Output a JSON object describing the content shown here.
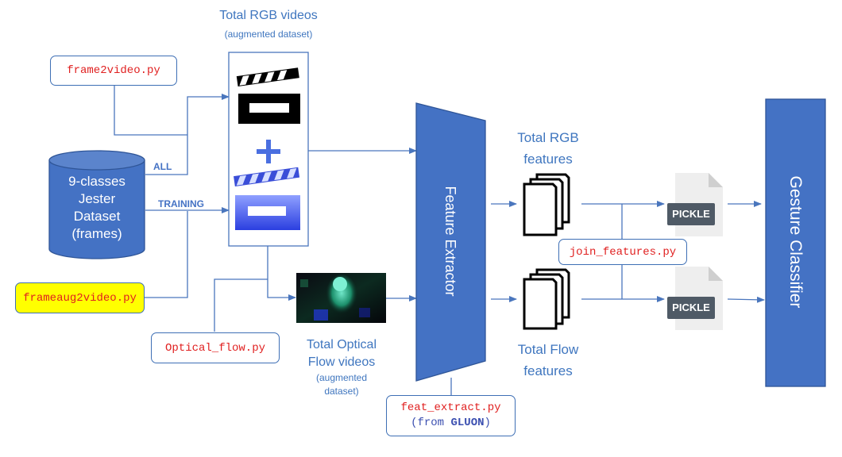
{
  "rgb_videos": {
    "title": "Total RGB videos",
    "subtitle": "(augmented dataset)"
  },
  "dataset": {
    "lines": [
      "9-classes",
      "Jester",
      "Dataset",
      "(frames)"
    ]
  },
  "branch_labels": {
    "all": "ALL",
    "training": "TRAINING"
  },
  "scripts": {
    "frame2video": "frame2video.py",
    "frameaug2video": "frameaug2video.py",
    "optical_flow": "Optical_flow.py",
    "feat_extract": "feat_extract.py",
    "feat_extract_from_prefix": "(from ",
    "feat_extract_from_lib": "GLUON",
    "feat_extract_from_suffix": ")",
    "join_features": "join_features.py"
  },
  "flow_videos": {
    "title_line1": "Total Optical",
    "title_line2": "Flow videos",
    "subtitle_line1": "(augmented",
    "subtitle_line2": "dataset)"
  },
  "feature_extractor": {
    "label": "Feature Extractor"
  },
  "rgb_features": {
    "line1": "Total RGB",
    "line2": "features"
  },
  "flow_features": {
    "line1": "Total Flow",
    "line2": "features"
  },
  "pickle_label": "PICKLE",
  "gesture_classifier": {
    "label": "Gesture Classifier"
  },
  "colors": {
    "primary_blue": "#4472c4",
    "line_blue": "#4a76bd",
    "text_blue": "#3f76bf",
    "script_red": "#e02020",
    "highlight_yellow": "#ffff00",
    "pickle_badge": "#4f5a66"
  },
  "icons": {
    "clapperboard": "clapperboard-icon",
    "augmented_clapperboard": "augmented-clapperboard-icon",
    "plus": "plus-icon",
    "documents": "document-stack-icon",
    "pickle_file": "pickle-file-icon",
    "flow_thumbnail": "optical-flow-thumbnail"
  }
}
